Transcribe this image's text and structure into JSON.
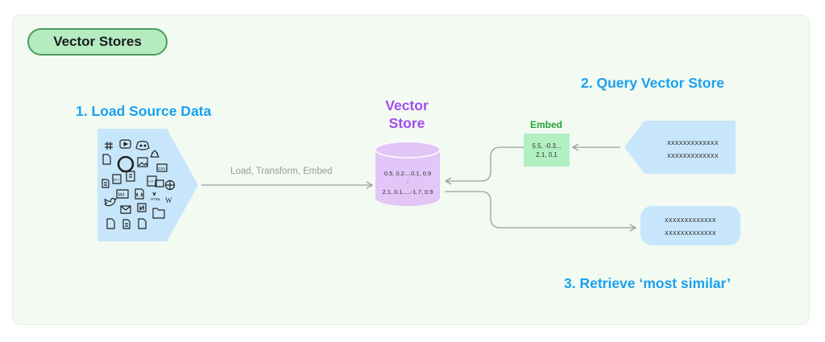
{
  "badge": "Vector Stores",
  "steps": {
    "load": "1. Load Source Data",
    "query": "2. Query Vector Store",
    "retrieve": "3. Retrieve ‘most similar’"
  },
  "vector_store": {
    "title_line1": "Vector",
    "title_line2": "Store",
    "row1": "0.5, 0.2....0.1, 0.9",
    "row_dots": ":",
    "row2": "2.1, 0.1.....-1.7, 0.9"
  },
  "arrow_label": "Load, Transform, Embed",
  "embed": {
    "label": "Embed",
    "line1": "5.5, -0.3...",
    "line2": "2.1, 0.1"
  },
  "query": {
    "line1": "xxxxxxxxxxxxx",
    "line2": "xxxxxxxxxxxxx"
  },
  "result": {
    "line1": "xxxxxxxxxxxxx",
    "line2": "xxxxxxxxxxxxx"
  },
  "source_icons": [
    "slack-icon",
    "youtube-icon",
    "discord-icon",
    "file-icon",
    "github-icon",
    "image-icon",
    "arxiv-icon",
    "csv-icon",
    "document-icon",
    "ppt-icon",
    "json-icon",
    "pptx-icon",
    "txt-icon",
    "web-icon",
    "markdown-icon",
    "code-icon",
    "html-icon",
    "wikipedia-icon",
    "twitter-icon",
    "email-icon",
    "notion-icon",
    "folder-icon",
    "file-icon",
    "doc-icon",
    "file-icon"
  ],
  "colors": {
    "green": "#b4ecc0",
    "blue": "#c8e6fb",
    "purple": "#e2c6f7",
    "step_blue": "#1aa0f0",
    "store_purple": "#a24cf0"
  }
}
